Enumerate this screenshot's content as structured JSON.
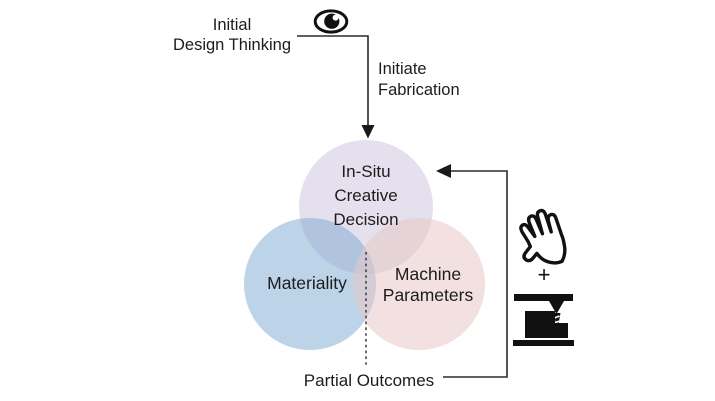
{
  "labels": {
    "initial_design_thinking": "Initial\nDesign Thinking",
    "initiate_fabrication": "Initiate\nFabrication",
    "partial_outcomes": "Partial Outcomes",
    "plus": "+"
  },
  "venn": {
    "circles": [
      {
        "id": "in-situ-creative-decision",
        "label": "In-Situ\nCreative\nDecision",
        "color": "#e7e3ef"
      },
      {
        "id": "materiality",
        "label": "Materiality",
        "color": "#bdd3e8"
      },
      {
        "id": "machine-parameters",
        "label": "Machine\nParameters",
        "color": "#f3e4e3"
      }
    ]
  },
  "icons": {
    "eye": "eye-icon",
    "hand": "hand-icon",
    "printer": "3d-printer-icon"
  },
  "connectors": {
    "initiate_fabrication_arrow": "down-arrow",
    "feedback_arrow": "left-arrow",
    "partial_outcomes_line": "dashed-vertical-line"
  },
  "colors": {
    "line": "#2b2b2b",
    "text": "#1c1c1c",
    "background": "#ffffff"
  }
}
